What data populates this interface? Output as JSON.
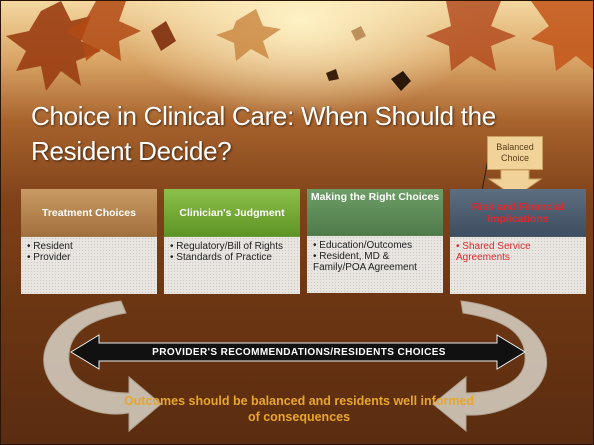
{
  "slide": {
    "title": "Choice in Clinical Care: When Should the Resident Decide?",
    "callout": "Balanced Choice",
    "boxes": [
      {
        "header": "Treatment Choices",
        "items": [
          "• Resident",
          "• Provider"
        ]
      },
      {
        "header": "Clinician's Judgment",
        "items": [
          "• Regulatory/Bill of Rights",
          "• Standards of Practice"
        ]
      },
      {
        "header": "Making the Right Choices",
        "items": [
          "• Education/Outcomes",
          "• Resident, MD & Family/POA Agreement"
        ]
      },
      {
        "header": "Risk and Financial Implications",
        "items": [
          "• Shared Service Agreements"
        ]
      }
    ],
    "arrow_label": "PROVIDER'S RECOMMENDATIONS/RESIDENTS CHOICES",
    "outcome": "Outcomes should be balanced and residents well informed of consequences"
  },
  "colors": {
    "risk_text": "#e3262a",
    "outcome_text": "#e8a62c"
  },
  "icons": [
    "maple-leaf-icon",
    "double-arrow-icon",
    "curved-arrow-icon",
    "down-arrow-icon"
  ]
}
